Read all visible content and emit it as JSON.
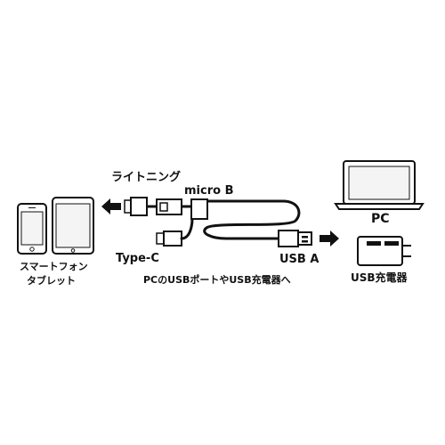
{
  "labels": {
    "lightning": "ライトニング",
    "micro_b": "micro B",
    "type_c": "Type-C",
    "usb_a": "USB A",
    "pc": "PC",
    "usb_charger": "USB充電器",
    "smartphone": "スマートフォン",
    "tablet": "タブレット",
    "caption": "PCのUSBポートやUSB充電器へ"
  },
  "colors": {
    "ink": "#111111",
    "device_fill": "#ffffff",
    "screen_fill": "#f4f4f4"
  },
  "icons": {
    "phone": "smartphone-icon",
    "tablet": "tablet-icon",
    "laptop": "laptop-icon",
    "charger": "usb-charger-icon",
    "arrow_left": "arrow-left-icon",
    "arrow_right": "arrow-right-icon"
  }
}
